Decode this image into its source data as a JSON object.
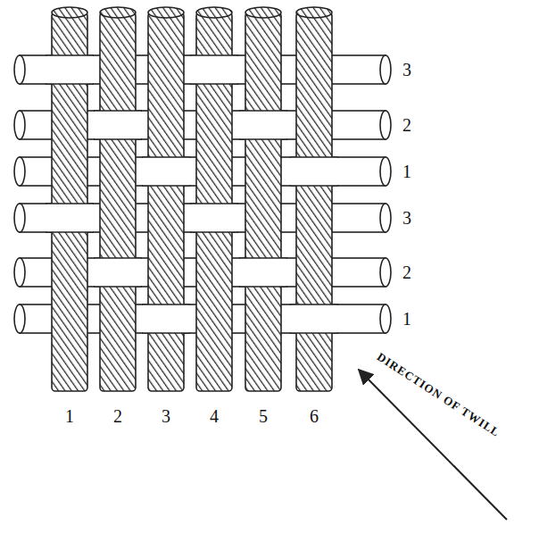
{
  "diagram": {
    "labels": [
      "3",
      "2",
      "1",
      "3",
      "2",
      "1",
      "1",
      "2",
      "3",
      "4",
      "5",
      "6",
      "DIRECTION OF TWILL"
    ]
  }
}
